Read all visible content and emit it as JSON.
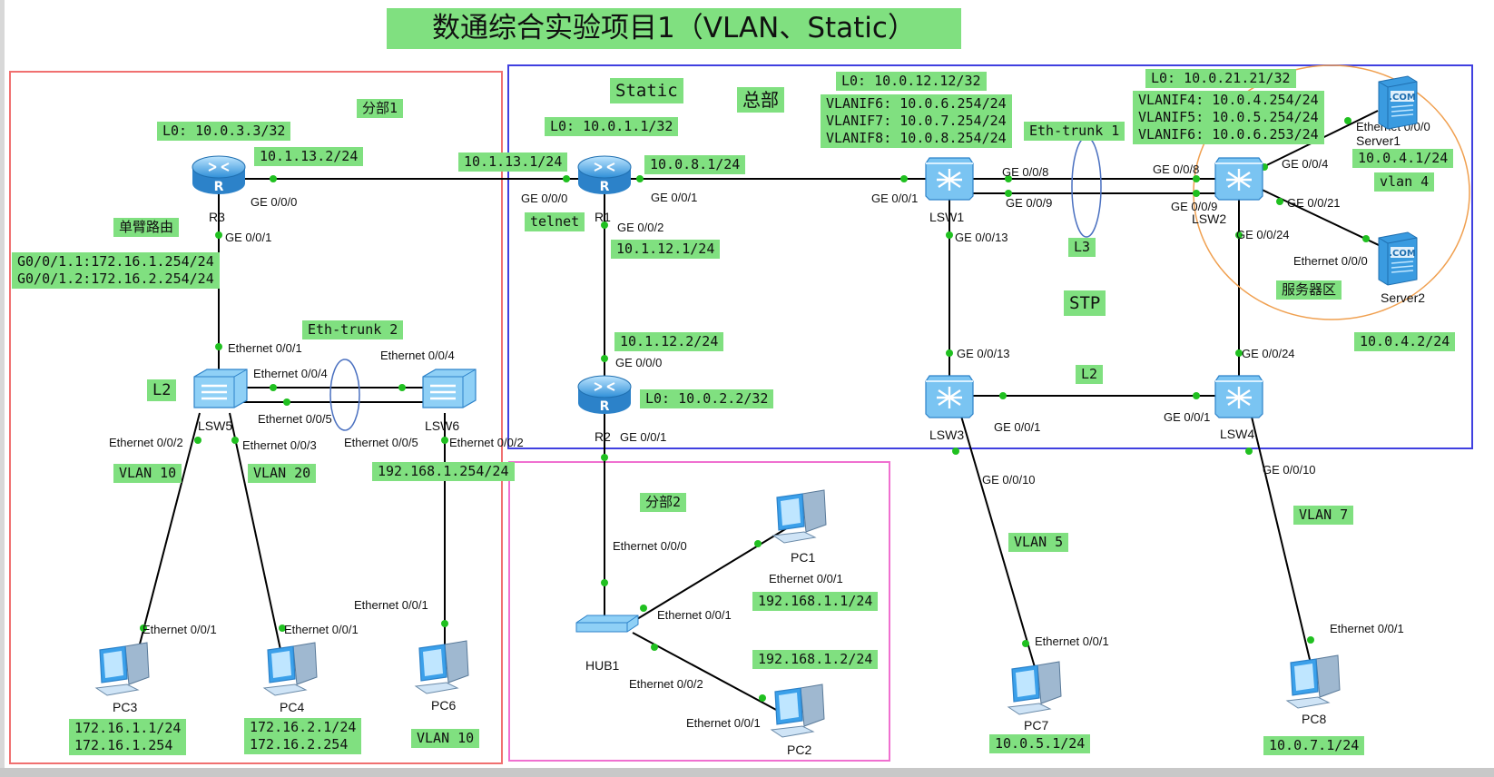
{
  "title": "数通综合实验项目1（VLAN、Static）",
  "colors": {
    "label_bg": "#80e080",
    "branch1_border": "#f07070",
    "hq_border": "#4040e0",
    "branch2_border": "#f070d0",
    "server_zone": "#f0a050",
    "link": "#000000",
    "port_dot": "#20c020"
  },
  "labels": {
    "branch1": "分部1",
    "hq": "总部",
    "branch2": "分部2",
    "static": "Static",
    "stp": "STP",
    "server_zone": "服务器区",
    "r3_lo": "L0: 10.0.3.3/32",
    "r3_ge000": "10.1.13.2/24",
    "router_on_stick": "单臂路由",
    "subif_1": "G0/0/1.1:172.16.1.254/24",
    "subif_2": "G0/0/1.2:172.16.2.254/24",
    "eth_trunk2": "Eth-trunk 2",
    "l2": "L2",
    "vlan10_a": "VLAN 10",
    "vlan20": "VLAN 20",
    "lsw6_ip": "192.168.1.254/24",
    "pc3_ip": "172.16.1.1/24",
    "pc3_gw": "172.16.1.254",
    "pc4_ip": "172.16.2.1/24",
    "pc4_gw": "172.16.2.254",
    "vlan10_b": "VLAN 10",
    "r1_lo": "L0: 10.0.1.1/32",
    "r1_ge000": "10.1.13.1/24",
    "r1_ge001": "10.0.8.1/24",
    "telnet": "telnet",
    "r1_ge002": "10.1.12.1/24",
    "r2_ge000": "10.1.12.2/24",
    "r2_lo": "L0: 10.0.2.2/32",
    "lsw1_lo": "L0: 10.0.12.12/32",
    "lsw1_vlanif6": "VLANIF6: 10.0.6.254/24",
    "lsw1_vlanif7": "VLANIF7: 10.0.7.254/24",
    "lsw1_vlanif8": "VLANIF8: 10.0.8.254/24",
    "eth_trunk1": "Eth-trunk 1",
    "l3": "L3",
    "lsw2_lo": "L0: 10.0.21.21/32",
    "lsw2_vlanif4": "VLANIF4: 10.0.4.254/24",
    "lsw2_vlanif5": "VLANIF5: 10.0.5.254/24",
    "lsw2_vlanif6": "VLANIF6: 10.0.6.253/24",
    "server1_ip": "10.0.4.1/24",
    "vlan4": "vlan 4",
    "server2_ip": "10.0.4.2/24",
    "l2_b": "L2",
    "vlan5": "VLAN 5",
    "vlan7": "VLAN 7",
    "pc1_ip": "192.168.1.1/24",
    "pc2_ip": "192.168.1.2/24",
    "pc7_ip": "10.0.5.1/24",
    "pc8_ip": "10.0.7.1/24"
  },
  "devices": {
    "R3": "R3",
    "R1": "R1",
    "R2": "R2",
    "LSW1": "LSW1",
    "LSW2": "LSW2",
    "LSW3": "LSW3",
    "LSW4": "LSW4",
    "LSW5": "LSW5",
    "LSW6": "LSW6",
    "Server1": "Server1",
    "Server2": "Server2",
    "HUB1": "HUB1",
    "PC1": "PC1",
    "PC2": "PC2",
    "PC3": "PC3",
    "PC4": "PC4",
    "PC6": "PC6",
    "PC7": "PC7",
    "PC8": "PC8"
  },
  "ports": {
    "r3_ge000": "GE 0/0/0",
    "r3_ge001": "GE 0/0/1",
    "lsw5_e001": "Ethernet 0/0/1",
    "lsw5_e004": "Ethernet 0/0/4",
    "lsw5_e005": "Ethernet 0/0/5",
    "lsw6_e004": "Ethernet 0/0/4",
    "lsw5_e002": "Ethernet 0/0/2",
    "lsw5_e003": "Ethernet 0/0/3",
    "lsw6_e005": "Ethernet 0/0/5",
    "lsw6_e002": "Ethernet 0/0/2",
    "pc6_e001": "Ethernet 0/0/1",
    "pc3_e001": "Ethernet 0/0/1",
    "pc4_e001": "Ethernet 0/0/1",
    "r1_ge000": "GE 0/0/0",
    "r1_ge001": "GE 0/0/1",
    "r1_ge002": "GE 0/0/2",
    "r2_ge000": "GE 0/0/0",
    "r2_ge001": "GE 0/0/1",
    "hub_e000": "Ethernet 0/0/0",
    "hub_e001": "Ethernet 0/0/1",
    "hub_e002": "Ethernet 0/0/2",
    "pc1_e001": "Ethernet 0/0/1",
    "pc2_e001": "Ethernet 0/0/1",
    "lsw1_ge001": "GE 0/0/1",
    "lsw1_ge008": "GE 0/0/8",
    "lsw1_ge009": "GE 0/0/9",
    "lsw1_ge0013": "GE 0/0/13",
    "lsw2_ge008": "GE 0/0/8",
    "lsw2_ge009": "GE 0/0/9",
    "lsw2_ge004": "GE 0/0/4",
    "lsw2_ge0021": "GE 0/0/21",
    "lsw2_ge0024": "GE 0/0/24",
    "server1_e000": "Ethernet 0/0/0",
    "server2_e000": "Ethernet 0/0/0",
    "lsw3_ge0013": "GE 0/0/13",
    "lsw3_ge001": "GE 0/0/1",
    "lsw3_ge0010": "GE 0/0/10",
    "lsw4_ge0024": "GE 0/0/24",
    "lsw4_ge001": "GE 0/0/1",
    "lsw4_ge0010": "GE 0/0/10",
    "pc7_e001": "Ethernet 0/0/1",
    "pc8_e001": "Ethernet 0/0/1"
  },
  "icons": {
    "router": "router-icon",
    "switch": "switch-icon",
    "server": "server-icon",
    "hub": "hub-icon",
    "pc": "pc-icon"
  }
}
